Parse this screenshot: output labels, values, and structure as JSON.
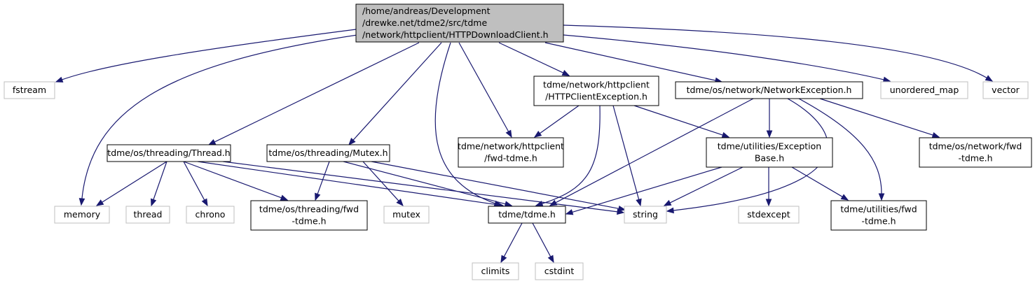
{
  "nodes": [
    {
      "id": "root",
      "kind": "root",
      "lines": [
        "/home/andreas/Development",
        "/drewke.net/tdme2/src/tdme",
        "/network/httpclient/HTTPDownloadClient.h"
      ]
    },
    {
      "id": "fstream",
      "kind": "system",
      "lines": [
        "fstream"
      ]
    },
    {
      "id": "memory",
      "kind": "system",
      "lines": [
        "memory"
      ]
    },
    {
      "id": "thread_h",
      "kind": "local",
      "lines": [
        "tdme/os/threading/Thread.h"
      ]
    },
    {
      "id": "mutex_h",
      "kind": "local",
      "lines": [
        "tdme/os/threading/Mutex.h"
      ]
    },
    {
      "id": "tdme_h",
      "kind": "local",
      "lines": [
        "tdme/tdme.h"
      ]
    },
    {
      "id": "httpclient_fwd",
      "kind": "local",
      "lines": [
        "tdme/network/httpclient",
        "/fwd-tdme.h"
      ]
    },
    {
      "id": "httpclientexception",
      "kind": "local",
      "lines": [
        "tdme/network/httpclient",
        "/HTTPClientException.h"
      ]
    },
    {
      "id": "networkexception",
      "kind": "local",
      "lines": [
        "tdme/os/network/NetworkException.h"
      ]
    },
    {
      "id": "unordered_map",
      "kind": "system",
      "lines": [
        "unordered_map"
      ]
    },
    {
      "id": "vector",
      "kind": "system",
      "lines": [
        "vector"
      ]
    },
    {
      "id": "thread",
      "kind": "system",
      "lines": [
        "thread"
      ]
    },
    {
      "id": "chrono",
      "kind": "system",
      "lines": [
        "chrono"
      ]
    },
    {
      "id": "threading_fwd",
      "kind": "local",
      "lines": [
        "tdme/os/threading/fwd",
        "-tdme.h"
      ]
    },
    {
      "id": "string",
      "kind": "system",
      "lines": [
        "string"
      ]
    },
    {
      "id": "mutex",
      "kind": "system",
      "lines": [
        "mutex"
      ]
    },
    {
      "id": "climits",
      "kind": "system",
      "lines": [
        "climits"
      ]
    },
    {
      "id": "cstdint",
      "kind": "system",
      "lines": [
        "cstdint"
      ]
    },
    {
      "id": "exceptionbase",
      "kind": "local",
      "lines": [
        "tdme/utilities/Exception",
        "Base.h"
      ]
    },
    {
      "id": "stdexcept",
      "kind": "system",
      "lines": [
        "stdexcept"
      ]
    },
    {
      "id": "utilities_fwd",
      "kind": "local",
      "lines": [
        "tdme/utilities/fwd",
        "-tdme.h"
      ]
    },
    {
      "id": "network_fwd",
      "kind": "local",
      "lines": [
        "tdme/os/network/fwd",
        "-tdme.h"
      ]
    }
  ],
  "edges": [
    {
      "from": "root",
      "to": "fstream"
    },
    {
      "from": "root",
      "to": "memory"
    },
    {
      "from": "root",
      "to": "thread_h"
    },
    {
      "from": "root",
      "to": "mutex_h"
    },
    {
      "from": "root",
      "to": "tdme_h"
    },
    {
      "from": "root",
      "to": "httpclient_fwd"
    },
    {
      "from": "root",
      "to": "httpclientexception"
    },
    {
      "from": "root",
      "to": "networkexception"
    },
    {
      "from": "root",
      "to": "unordered_map"
    },
    {
      "from": "root",
      "to": "vector"
    },
    {
      "from": "thread_h",
      "to": "memory"
    },
    {
      "from": "thread_h",
      "to": "thread"
    },
    {
      "from": "thread_h",
      "to": "chrono"
    },
    {
      "from": "thread_h",
      "to": "threading_fwd"
    },
    {
      "from": "thread_h",
      "to": "tdme_h"
    },
    {
      "from": "thread_h",
      "to": "string"
    },
    {
      "from": "mutex_h",
      "to": "threading_fwd"
    },
    {
      "from": "mutex_h",
      "to": "mutex"
    },
    {
      "from": "mutex_h",
      "to": "tdme_h"
    },
    {
      "from": "mutex_h",
      "to": "string"
    },
    {
      "from": "tdme_h",
      "to": "climits"
    },
    {
      "from": "tdme_h",
      "to": "cstdint"
    },
    {
      "from": "httpclientexception",
      "to": "httpclient_fwd"
    },
    {
      "from": "httpclientexception",
      "to": "tdme_h"
    },
    {
      "from": "httpclientexception",
      "to": "string"
    },
    {
      "from": "httpclientexception",
      "to": "exceptionbase"
    },
    {
      "from": "networkexception",
      "to": "tdme_h"
    },
    {
      "from": "networkexception",
      "to": "exceptionbase"
    },
    {
      "from": "networkexception",
      "to": "string"
    },
    {
      "from": "networkexception",
      "to": "utilities_fwd"
    },
    {
      "from": "networkexception",
      "to": "network_fwd"
    },
    {
      "from": "exceptionbase",
      "to": "tdme_h"
    },
    {
      "from": "exceptionbase",
      "to": "string"
    },
    {
      "from": "exceptionbase",
      "to": "stdexcept"
    },
    {
      "from": "exceptionbase",
      "to": "utilities_fwd"
    }
  ],
  "colors": {
    "edge": "#191970",
    "root_fill": "#bfbfbf",
    "local_border": "#000000",
    "system_border": "#bfbfbf"
  }
}
